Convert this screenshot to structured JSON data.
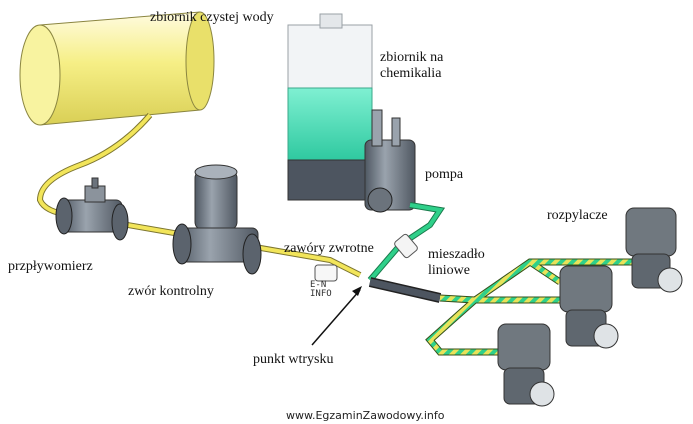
{
  "labels": {
    "clean_water_tank": "zbiornik czystej wody",
    "chemical_tank": "zbiornik na chemikalia",
    "pump": "pompa",
    "flowmeter": "przpływomierz",
    "control_valve": "zwór kontrolny",
    "check_valves": "zawóry zwrotne",
    "inline_mixer": "mieszadło liniowe",
    "sprayers": "rozpylacze",
    "injection_point": "punkt wtrysku"
  },
  "watermark": "www.EgzaminZawodowy.info",
  "stamp": "E-N INFO",
  "colors": {
    "water_pipe": "#f2e55a",
    "chem_pipe": "#2fd08a",
    "mixed_pipe": "#9ccc3a",
    "tank_yellow": "#f4ee7a",
    "chem_liquid": "#3fe0b8",
    "equipment": "#6b7480"
  }
}
